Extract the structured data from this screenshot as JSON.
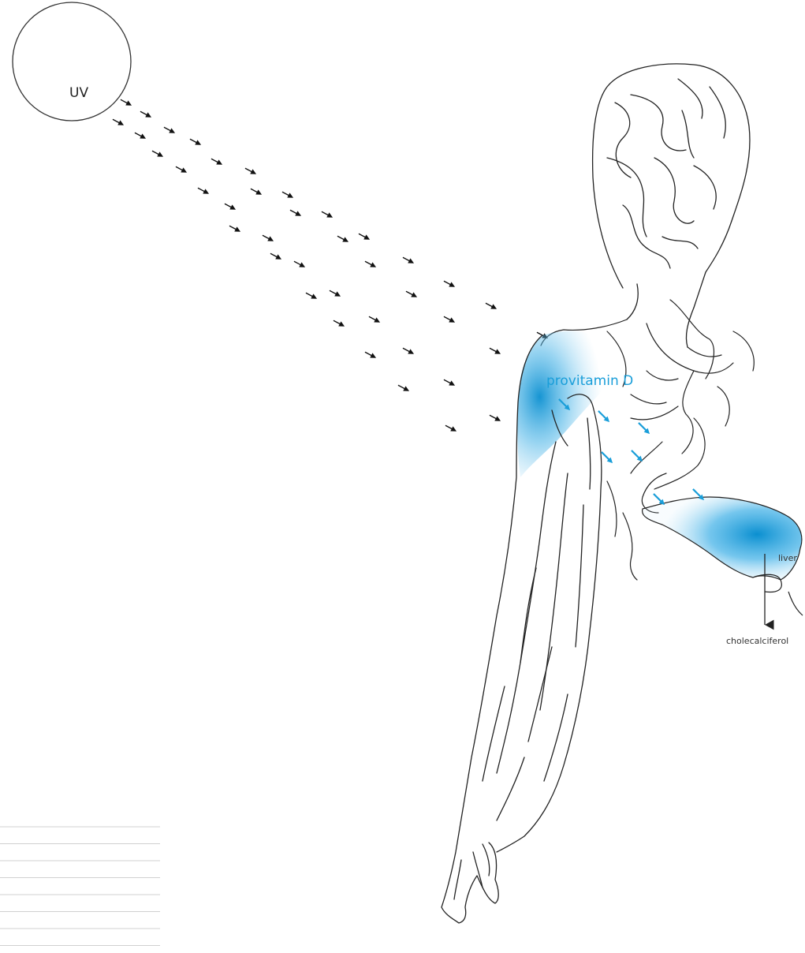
{
  "labels": {
    "uv": "UV",
    "provitamin": "provitamin D",
    "liver": "liver",
    "product": "cholecalciferol"
  },
  "colors": {
    "accent": "#1a9ed9",
    "line": "#222222",
    "arrow": "#111111",
    "rule": "#d0d0d0"
  },
  "icons": {
    "uv_source": "sun-circle-icon",
    "ray": "arrow-icon",
    "absorption": "arrow-icon"
  }
}
